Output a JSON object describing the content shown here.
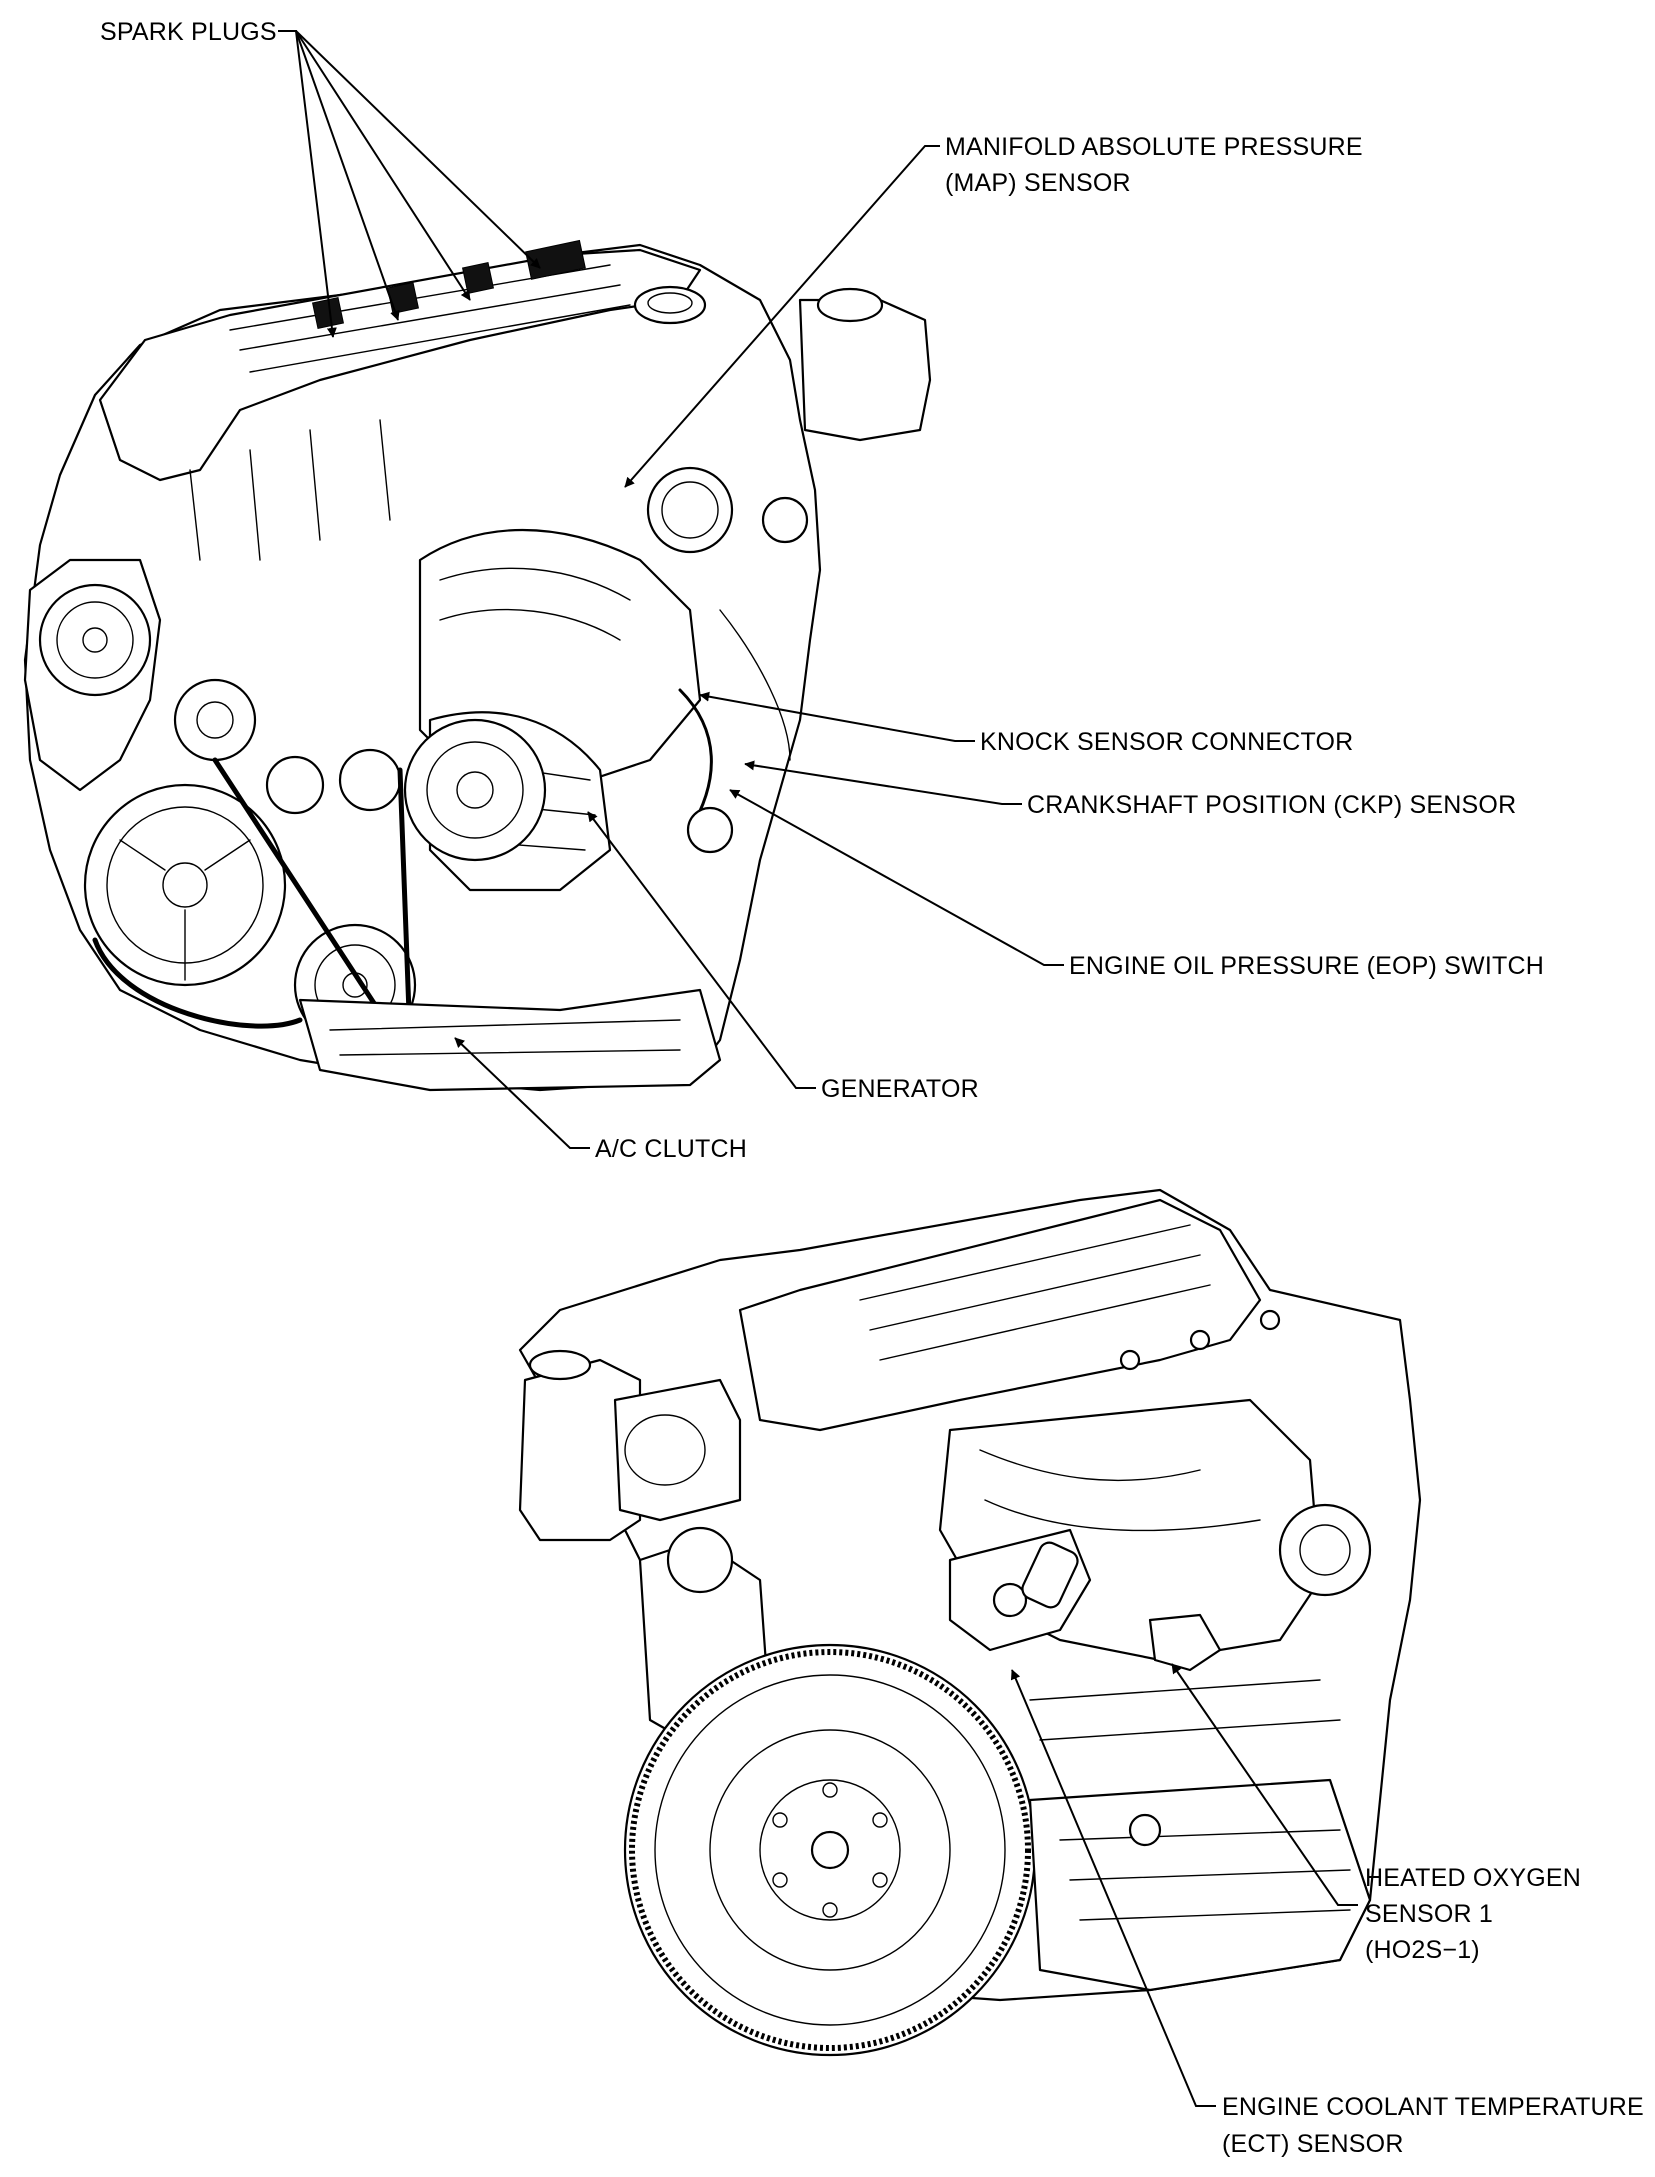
{
  "callouts": {
    "spark_plugs": "SPARK PLUGS",
    "map_sensor": [
      "MANIFOLD ABSOLUTE PRESSURE",
      "(MAP) SENSOR"
    ],
    "knock_sensor_connector": "KNOCK SENSOR CONNECTOR",
    "ckp_sensor": "CRANKSHAFT POSITION (CKP) SENSOR",
    "eop_switch": "ENGINE OIL PRESSURE (EOP) SWITCH",
    "generator": "GENERATOR",
    "ac_clutch": "A/C CLUTCH",
    "ho2s": [
      "HEATED OXYGEN",
      "SENSOR 1",
      "(HO2S−1)"
    ],
    "ect_sensor": [
      "ENGINE COOLANT TEMPERATURE",
      "(ECT) SENSOR"
    ]
  },
  "icons": {
    "engine_front_view": "engine-front-view-drawing",
    "engine_rear_view": "engine-rear-view-drawing",
    "leader_arrow": "arrowhead"
  }
}
